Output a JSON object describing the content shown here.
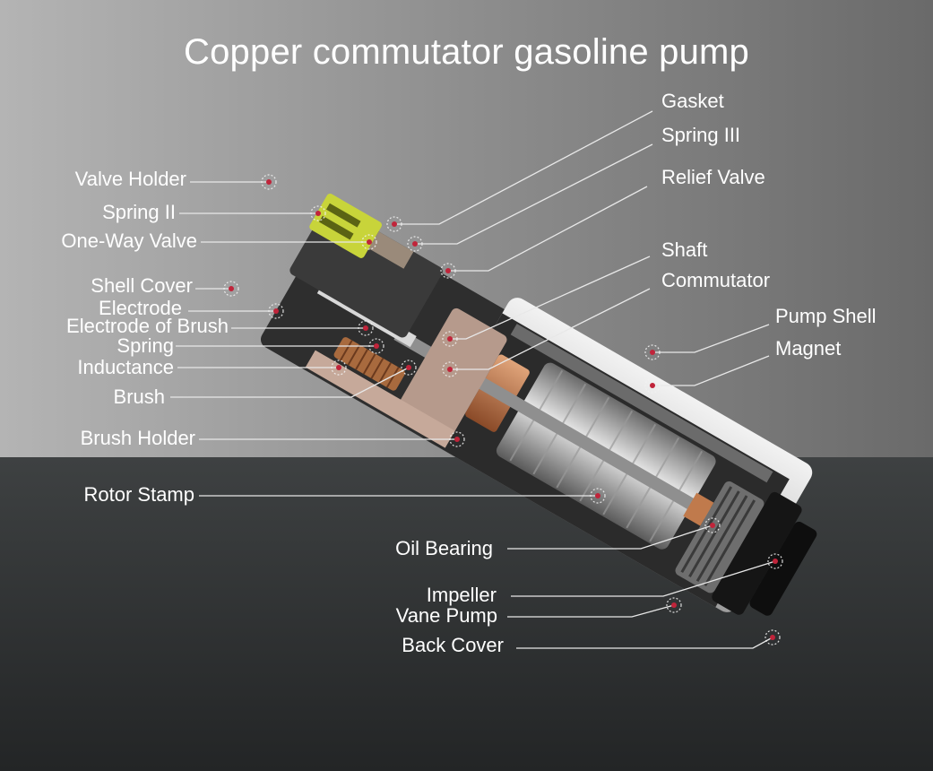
{
  "title": "Copper commutator gasoline pump",
  "labels": {
    "gasket": "Gasket",
    "spring_iii": "Spring III",
    "relief_valve": "Relief Valve",
    "shaft": "Shaft",
    "commutator": "Commutator",
    "pump_shell": "Pump Shell",
    "magnet": "Magnet",
    "valve_holder": "Valve Holder",
    "spring_ii": "Spring II",
    "one_way_valve": "One-Way Valve",
    "shell_cover": "Shell Cover",
    "electrode": "Electrode",
    "electrode_of_brush": "Electrode of Brush",
    "spring": "Spring",
    "inductance": "Inductance",
    "brush": "Brush",
    "brush_holder": "Brush Holder",
    "rotor_stamp": "Rotor Stamp",
    "oil_bearing": "Oil Bearing",
    "impeller": "Impeller",
    "vane_pump": "Vane Pump",
    "back_cover": "Back Cover"
  },
  "colors": {
    "label_text": "#ffffff",
    "leader_line": "#e8e8e8",
    "marker": "#c0243a",
    "valve_holder": "#c8d43a",
    "copper": "#c07a4c"
  }
}
